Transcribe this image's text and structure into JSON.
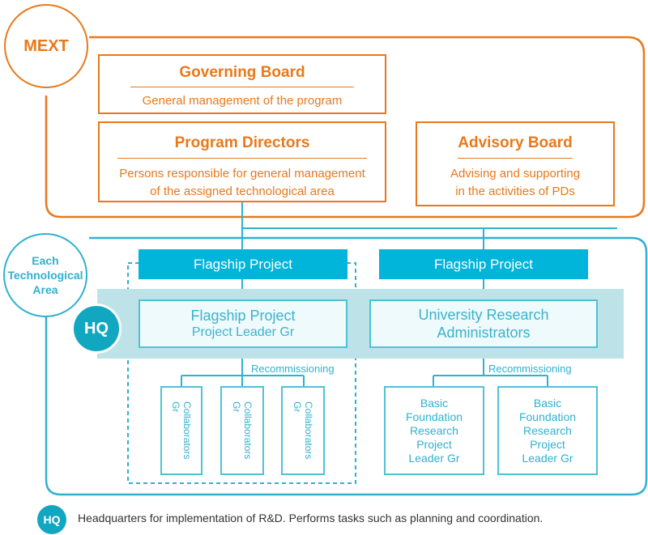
{
  "mext": {
    "label": "MEXT"
  },
  "governing_board": {
    "title": "Governing Board",
    "subtitle": "General management of the program"
  },
  "program_directors": {
    "title": "Program Directors",
    "line1": "Persons responsible for general management",
    "line2": "of the assigned technological area"
  },
  "advisory_board": {
    "title": "Advisory Board",
    "line1": "Advising and supporting",
    "line2": "in the activities of PDs"
  },
  "area": {
    "label": "Each\nTechnological\nArea"
  },
  "flagship_left": {
    "label": "Flagship Project"
  },
  "flagship_right": {
    "label": "Flagship Project"
  },
  "hq": {
    "badge": "HQ"
  },
  "flagship_leader": {
    "line1": "Flagship Project",
    "line2": "Project Leader Gr"
  },
  "ura": {
    "line1": "University Research",
    "line2": "Administrators"
  },
  "recommissioning_left": "Recommissioning",
  "recommissioning_right": "Recommissioning",
  "collaborators": [
    "Collaborators\nGr",
    "Collaborators\nGr",
    "Collaborators\nGr"
  ],
  "basic_groups": [
    "Basic\nFoundation\nResearch\nProject\nLeader Gr",
    "Basic\nFoundation\nResearch\nProject\nLeader Gr"
  ],
  "legend": {
    "badge": "HQ",
    "text": "Headquarters for implementation of R&D. Performs tasks such as planning and coordination."
  },
  "colors": {
    "orange": "#e8791b",
    "teal": "#00b5d9",
    "teal_light": "#4ec3d6",
    "hq_band": "#bde3e8"
  }
}
